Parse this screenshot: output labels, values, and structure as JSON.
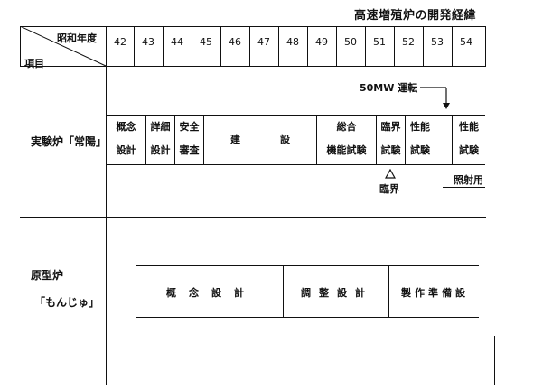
{
  "title": "高速増殖炉の開発経緯",
  "header": {
    "era_label": "昭和年度",
    "item_label": "項目",
    "years": [
      "42",
      "43",
      "44",
      "45",
      "46",
      "47",
      "48",
      "49",
      "50",
      "51",
      "52",
      "53",
      "54"
    ]
  },
  "joyo": {
    "label": "実験炉「常陽」",
    "phases": [
      {
        "line1": "概念",
        "line2": "設計"
      },
      {
        "line1": "詳細",
        "line2": "設計"
      },
      {
        "line1": "安全",
        "line2": "審査"
      },
      {
        "line1": "建　　　　設",
        "line2": ""
      },
      {
        "line1": "総合",
        "line2": "機能試験"
      },
      {
        "line1": "臨界",
        "line2": "試験"
      },
      {
        "line1": "性能",
        "line2": "試験"
      },
      {
        "line1": "",
        "line2": ""
      },
      {
        "line1": "性能",
        "line2": "試験"
      }
    ],
    "note_50mw": "50MW 運転",
    "note_criticality": "臨界",
    "note_irradiation": "照射用"
  },
  "monju": {
    "label_line1": "原型炉",
    "label_line2": "「もんじゅ」",
    "phases": [
      {
        "label": "概念設計"
      },
      {
        "label": "調整設計"
      },
      {
        "label": "製作準備設"
      }
    ]
  }
}
